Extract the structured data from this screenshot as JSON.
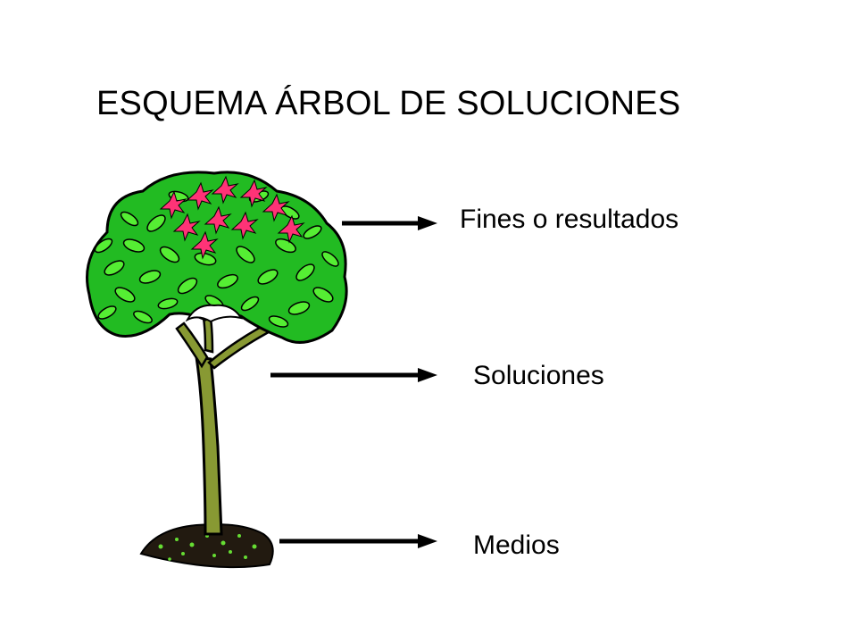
{
  "title": "ESQUEMA ÁRBOL DE SOLUCIONES",
  "labels": {
    "fines": "Fines o resultados",
    "soluciones": "Soluciones",
    "medios": "Medios"
  },
  "colors": {
    "leaf": "#33dd22",
    "leaf_light": "#66ff33",
    "outline": "#000000",
    "flower": "#ff3377",
    "trunk": "#889933",
    "ground": "#332211"
  },
  "icons": {
    "tree": "tree-illustration",
    "arrow": "right-arrow"
  }
}
